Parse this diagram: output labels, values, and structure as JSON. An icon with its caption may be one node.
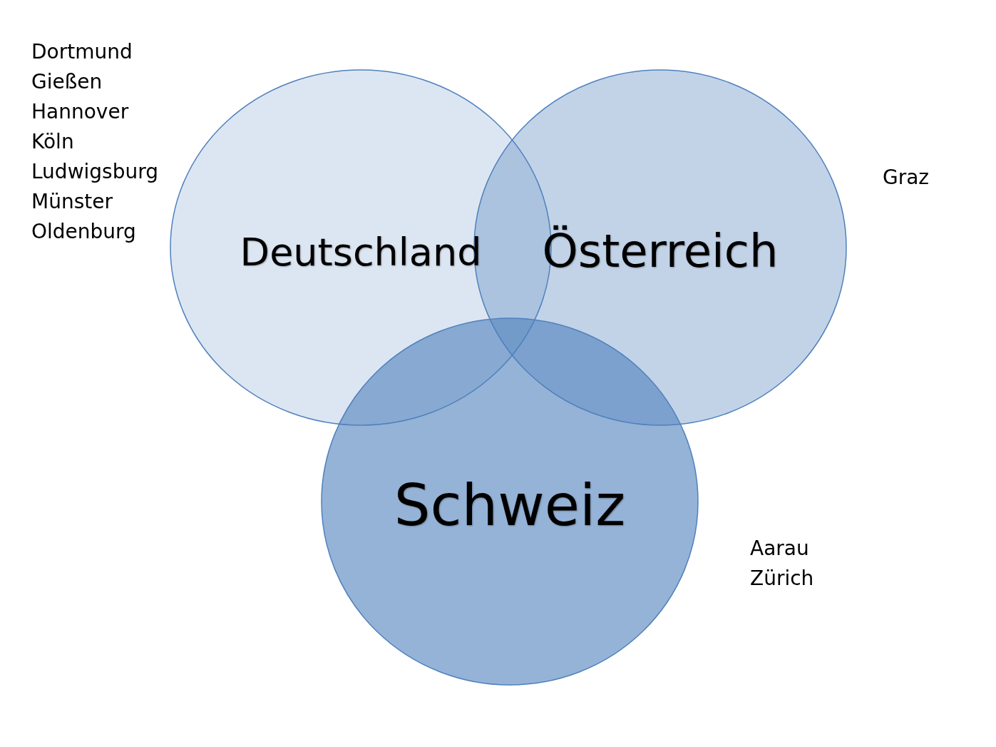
{
  "diagram": {
    "nodes": [
      {
        "text": [
          "Deutschland"
        ],
        "beside": [
          "Dortmund",
          "Gießen",
          "Hannover",
          "Köln",
          "Ludwigsburg",
          "Münster",
          "Oldenburg"
        ]
      },
      {
        "text": [
          "Österreich"
        ],
        "beside": [
          "Graz"
        ]
      },
      {
        "text": [
          "Schweiz"
        ],
        "beside": [
          "Aarau",
          "Zürich"
        ]
      }
    ]
  }
}
